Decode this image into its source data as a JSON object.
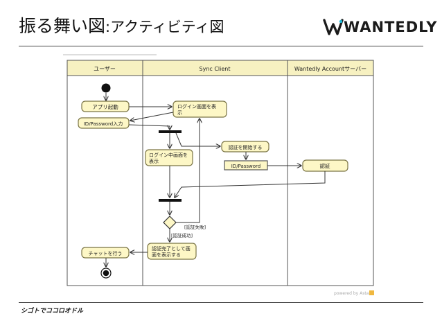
{
  "slide": {
    "title_main": "振る舞い図",
    "title_sub": ":アクティビティ図",
    "logo_text": "WANTEDLY",
    "footer": "シゴトでココロオドル"
  },
  "diagram": {
    "lanes": [
      "ユーザー",
      "Sync Client",
      "Wantedly Accountサーバー"
    ],
    "nodes": {
      "app_launch": "アプリ起動",
      "id_password_input": "ID/Password入力",
      "show_login_1": "ログイン画面を表",
      "show_login_2": "示",
      "logging_in_1": "ログイン中画面を",
      "logging_in_2": "表示",
      "start_auth": "認証を開始する",
      "id_password": "ID/Password",
      "auth": "認証",
      "auth_done_1": "認証完了として画",
      "auth_done_2": "面を表示する",
      "chat": "チャットを行う"
    },
    "guards": {
      "fail": "[認証失敗]",
      "success": "[認証成功]"
    },
    "watermark": "powered by Astah"
  },
  "colors": {
    "action_fill": "#fdf7c6",
    "action_stroke": "#7a7445",
    "lane_header": "#f7f1c1",
    "line": "#333333",
    "astah_icon": "#f0b840"
  }
}
